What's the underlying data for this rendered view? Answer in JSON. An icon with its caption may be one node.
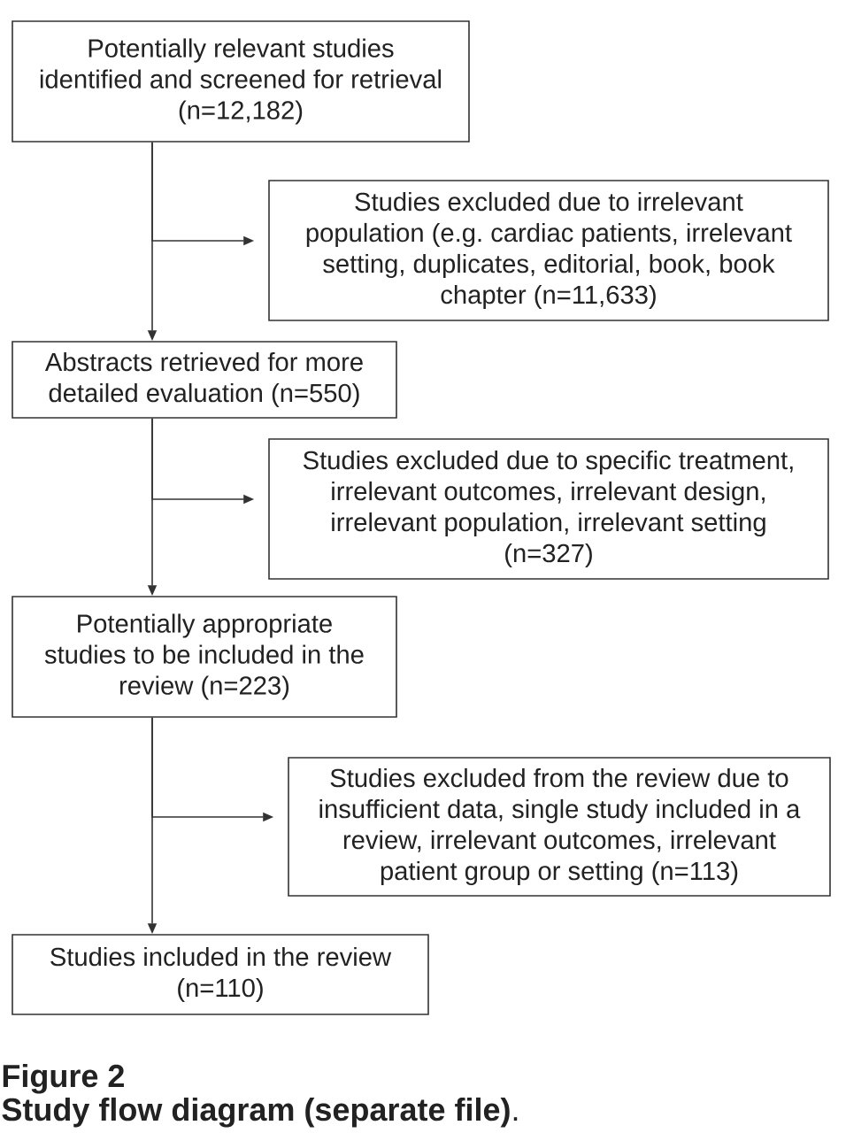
{
  "diagram": {
    "title": "Figure 2",
    "caption": "**Study flow diagram (separate file)**.",
    "nodes": [
      {
        "text": [
          "Potentially relevant studies identified and screened for retrieval (n=12,182)"
        ]
      },
      {
        "text": [
          "Studies excluded due to irrelevant population (e.g. cardiac patients, irrelevant setting, duplicates, editorial, book, book chapter (n=11,633)"
        ]
      },
      {
        "text": [
          "Abstracts retrieved for more detailed evaluation (n=550)"
        ]
      },
      {
        "text": [
          "Studies excluded due to specific treatment, irrelevant outcomes, irrelevant design, irrelevant population, irrelevant setting (n=327)"
        ]
      },
      {
        "text": [
          "Potentially appropriate studies to be included in the review (n=223)"
        ]
      },
      {
        "text": [
          "Studies excluded from the review due to insufficient data, single study included in a review, irrelevant outcomes, irrelevant patient group or setting (n=113)"
        ]
      },
      {
        "text": [
          "Studies included in the review (n=110)"
        ]
      }
    ],
    "edges": [
      {
        "from": 0,
        "to": 2,
        "arrow": "to"
      },
      {
        "from": 0,
        "to": 1,
        "arrow": "to"
      },
      {
        "from": 2,
        "to": 4,
        "arrow": "to"
      },
      {
        "from": 2,
        "to": 3,
        "arrow": "to"
      },
      {
        "from": 4,
        "to": 6,
        "arrow": "to"
      },
      {
        "from": 4,
        "to": 5,
        "arrow": "to"
      }
    ]
  }
}
